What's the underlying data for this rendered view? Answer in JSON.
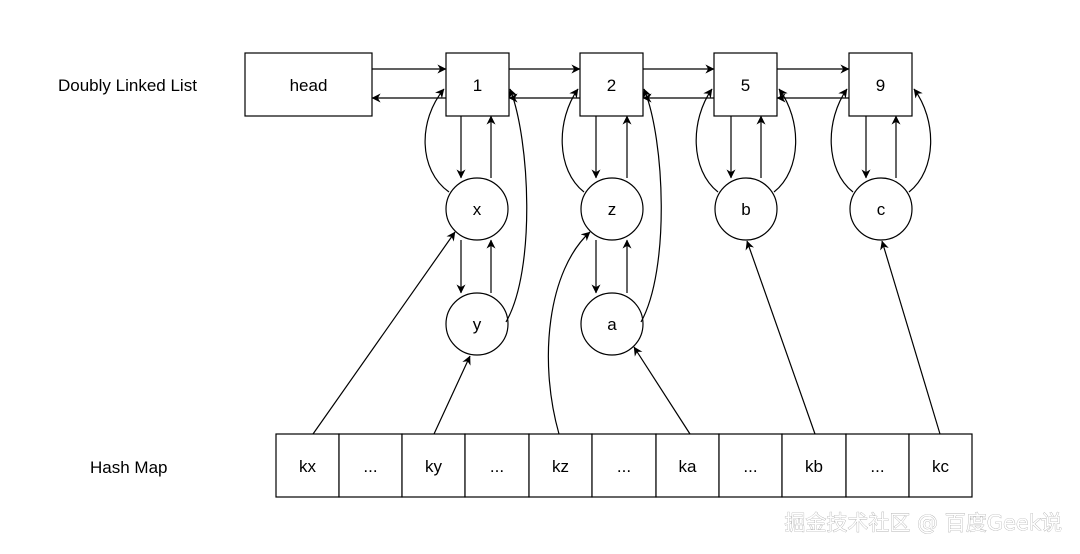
{
  "labels": {
    "list": "Doubly Linked List",
    "hash": "Hash Map"
  },
  "list_nodes": [
    "head",
    "1",
    "2",
    "5",
    "9"
  ],
  "elements": [
    "x",
    "y",
    "z",
    "a",
    "b",
    "c"
  ],
  "hash_cells": [
    "kx",
    "...",
    "ky",
    "...",
    "kz",
    "...",
    "ka",
    "...",
    "kb",
    "...",
    "kc"
  ],
  "watermark": "掘金技术社区 @ 百度Geek说"
}
